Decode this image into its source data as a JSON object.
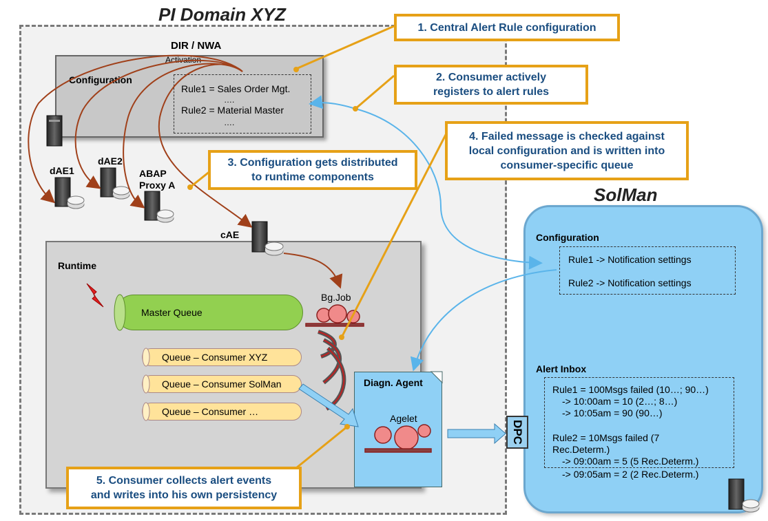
{
  "titles": {
    "pi_domain": "PI Domain XYZ",
    "solman": "SolMan"
  },
  "dir": {
    "title": "DIR / NWA",
    "activation": "Activation",
    "configuration": "Configuration",
    "rule1": "Rule1 = Sales Order Mgt.",
    "dots1": "….",
    "rule2": "Rule2 = Material Master",
    "dots2": "…."
  },
  "components": {
    "dae1": "dAE1",
    "dae2": "dAE2",
    "abap_line1": "ABAP",
    "abap_line2": "Proxy A",
    "cae": "cAE"
  },
  "runtime": {
    "title": "Runtime",
    "master_queue": "Master Queue",
    "bgjob": "Bg.Job",
    "queues": [
      "Queue – Consumer XYZ",
      "Queue – Consumer SolMan",
      "Queue – Consumer …"
    ],
    "agent_title": "Diagn. Agent",
    "agelet": "Agelet",
    "dpc": "DPC"
  },
  "solman": {
    "configuration_title": "Configuration",
    "config_rules": [
      "Rule1    -> Notification settings",
      "Rule2     -> Notification settings"
    ],
    "alert_inbox_title": "Alert Inbox",
    "alert_lines": [
      "Rule1 = 100Msgs failed (10…; 90…)",
      "-> 10:00am = 10 (2…; 8…)",
      "-> 10:05am = 90 (90…)",
      "Rule2 = 10Msgs failed (7",
      "Rec.Determ.)",
      "-> 09:00am = 5 (5 Rec.Determ.)",
      "-> 09:05am = 2 (2 Rec.Determ.)"
    ]
  },
  "callouts": {
    "c1": "1. Central Alert Rule configuration",
    "c2_line1": "2. Consumer actively",
    "c2_line2": "registers to alert rules",
    "c3_line1": "3. Configuration gets distributed",
    "c3_line2": "to runtime components",
    "c4_line1": "4. Failed message is checked against",
    "c4_line2": "local configuration and is written into",
    "c4_line3": "consumer-specific queue",
    "c5_line1": "5. Consumer collects alert events",
    "c5_line2": "and writes into his own persistency"
  },
  "colors": {
    "callout_border": "#e6a117",
    "callout_text": "#1a4d80",
    "distribution_arrow": "#a0401a",
    "register_arrow": "#5ab4ea",
    "master_queue": "#92d050",
    "consumer_queue": "#ffe39a",
    "solman_bg": "#8fd0f5"
  }
}
